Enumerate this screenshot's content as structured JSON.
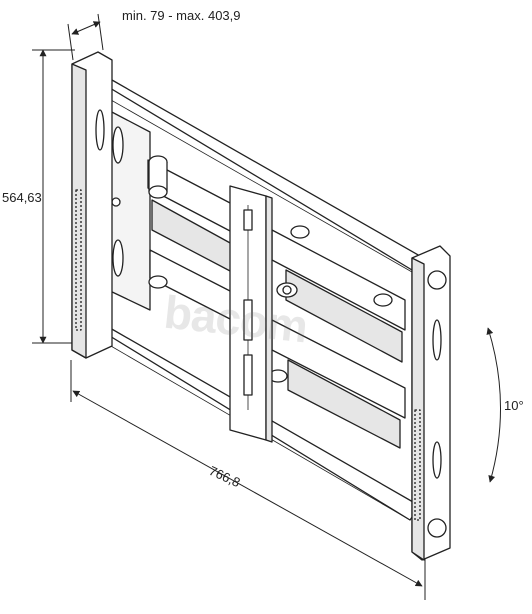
{
  "dimensions": {
    "depth_range": "min. 79 - max. 403,9",
    "height": "564,63",
    "width": "766,8",
    "tilt": "10°"
  },
  "watermark": {
    "text": "bacom"
  },
  "colors": {
    "line": "#222222",
    "fill": "#ffffff",
    "shade": "#e6e6e6"
  }
}
